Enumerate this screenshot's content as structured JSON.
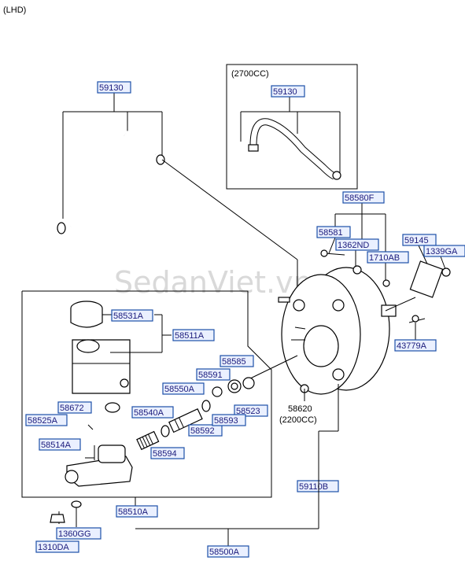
{
  "header": {
    "drive_side": "(LHD)"
  },
  "watermark": "SedanViet.vn",
  "inset": {
    "title": "(2700CC)"
  },
  "notes": {
    "engine_2200": "(2200CC)"
  },
  "labels": {
    "hose_main": "59130",
    "hose_inset": "59130",
    "booster_kit": "58580F",
    "bolt_58581": "58581",
    "pin_1362nd": "1362ND",
    "clip_1710ab": "1710AB",
    "gasket_59145": "59145",
    "nut_1339ga": "1339GA",
    "clevis_43779a": "43779A",
    "cap_58531a": "58531A",
    "reservoir_58511a": "58511A",
    "oring_58585": "58585",
    "seal_58591": "58591",
    "piston_58550a": "58550A",
    "ring_58523": "58523",
    "grommet_58672": "58672",
    "bolt_58525a": "58525A",
    "piston2_58540a": "58540A",
    "spring_58592": "58592",
    "seal_58593": "58593",
    "spring_58594": "58594",
    "pin_58514a": "58514A",
    "nut_58620": "58620",
    "hose_assy_59110b": "59110B",
    "cylinder_58510a": "58510A",
    "nut_1360gg": "1360GG",
    "washer_1310da": "1310DA",
    "booster_assy_58500a": "58500A"
  }
}
